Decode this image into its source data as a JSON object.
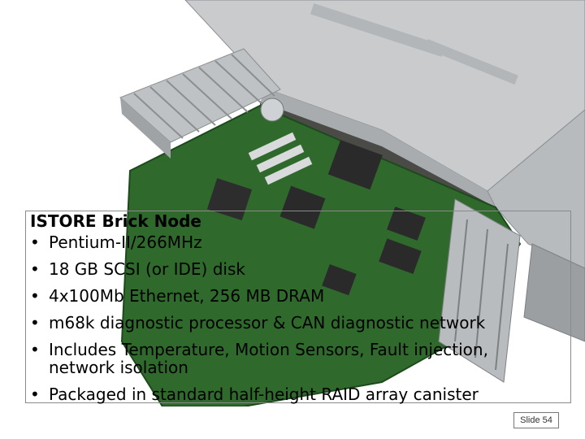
{
  "slide": {
    "title": "ISTORE Brick Node",
    "bullets": [
      {
        "lines": [
          "Pentium-II/266MHz"
        ]
      },
      {
        "lines": [
          "18 GB SCSI (or IDE) disk"
        ]
      },
      {
        "lines": [
          "4x100Mb Ethernet, 256 MB DRAM"
        ]
      },
      {
        "lines": [
          "m68k diagnostic processor & CAN diagnostic network"
        ]
      },
      {
        "lines": [
          "Includes Temperature, Motion Sensors, Fault injection,",
          "network isolation"
        ]
      },
      {
        "lines": [
          "Packaged in standard half-height RAID array canister"
        ]
      }
    ],
    "slide_number": "Slide 54",
    "photo_icon": "circuit-board-photo",
    "colors": {
      "text": "#000000",
      "pcb": "#2f6a2c",
      "metal": "#c4c6c8"
    }
  }
}
